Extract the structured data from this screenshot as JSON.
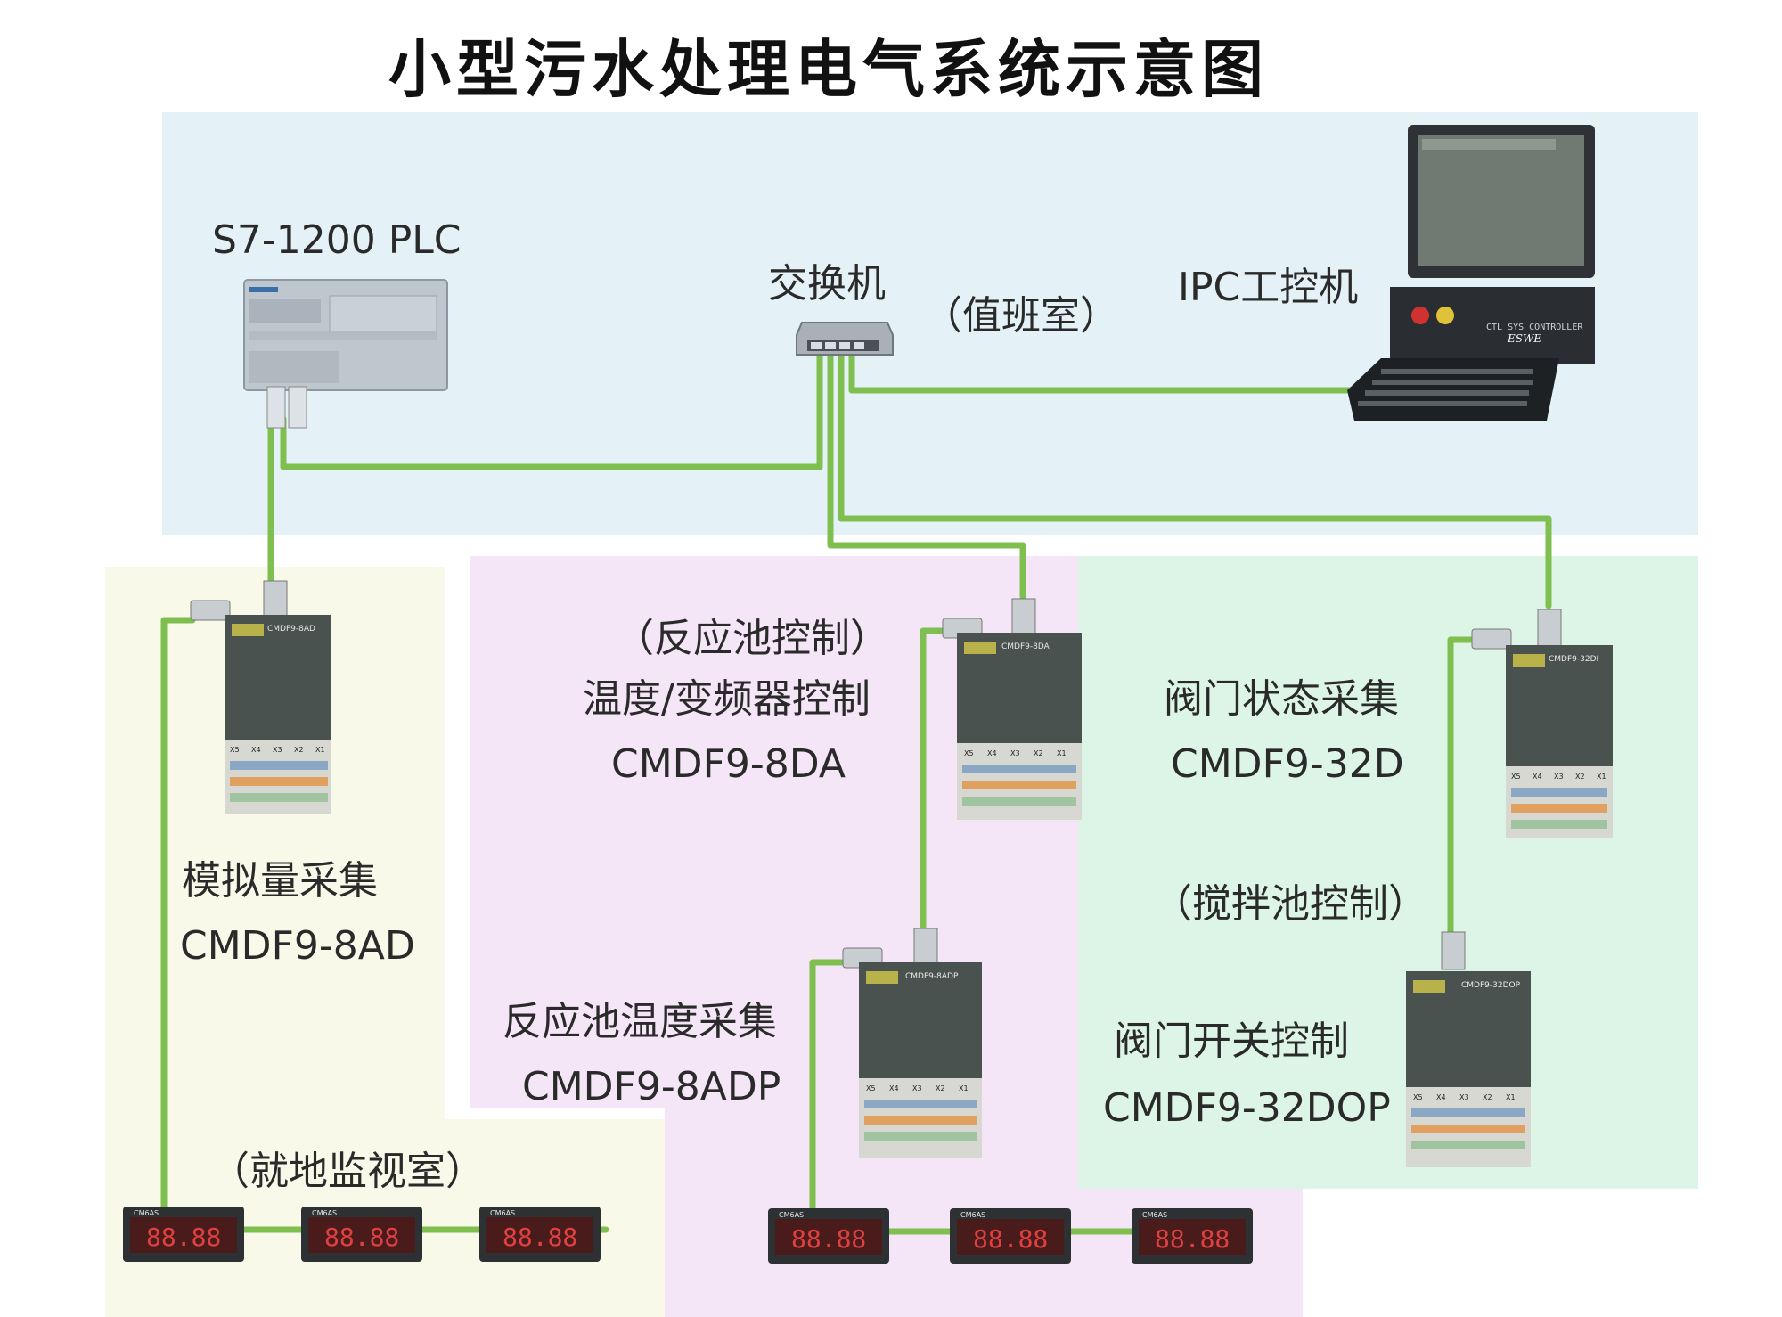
{
  "title": "小型污水处理电气系统示意图",
  "top_zone": {
    "plc_label": "S7-1200  PLC",
    "switch_label": "交换机",
    "room_label": "（值班室）",
    "ipc_label": "IPC工控机",
    "ipc_panel_text": "CTL SYS CONTROLLER",
    "ipc_brand": "ESWE"
  },
  "zone_left": {
    "function_label": "模拟量采集",
    "model_label": "CMDF9-8AD",
    "room_label": "（就地监视室）",
    "module_name": "CMDF9-8AD"
  },
  "zone_mid": {
    "note_label": "（反应池控制）",
    "function_label": "温度/变频器控制",
    "model_label": "CMDF9-8DA",
    "module_name": "CMDF9-8DA",
    "function2_label": "反应池温度采集",
    "model2_label": "CMDF9-8ADP",
    "module2_name": "CMDF9-8ADP"
  },
  "zone_right": {
    "function_label": "阀门状态采集",
    "model_label": "CMDF9-32D",
    "module_name": "CMDF9-32DI",
    "note_label": "（搅拌池控制）",
    "function2_label": "阀门开关控制",
    "model2_label": "CMDF9-32DOP",
    "module2_name": "CMDF9-32DOP"
  },
  "display_tag": "CM6AS",
  "display_digits": "88.88",
  "terminal_labels": [
    "X5",
    "X4",
    "X3",
    "X2",
    "X1"
  ],
  "colors": {
    "wire": "#7fbf50",
    "zone_top": "#e4f1f7",
    "zone_left": "#f9f9ea",
    "zone_mid": "#f4e6f6",
    "zone_right": "#ddf5e6"
  }
}
